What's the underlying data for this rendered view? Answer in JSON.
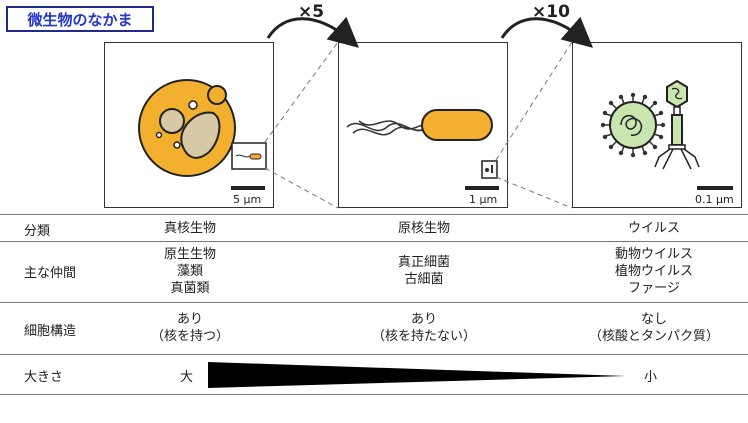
{
  "title": "微生物のなかま",
  "zoom": {
    "first": "×5",
    "second": "×10"
  },
  "panels": {
    "eukaryote_scale": "5 μm",
    "prokaryote_scale": "1 μm",
    "virus_scale": "0.1 μm"
  },
  "table": {
    "header": {
      "label": "分類",
      "col1": "真核生物",
      "col2": "原核生物",
      "col3": "ウイルス"
    },
    "members": {
      "label": "主な仲間",
      "col1": [
        "原生生物",
        "藻類",
        "真菌類"
      ],
      "col2": [
        "真正細菌",
        "古細菌"
      ],
      "col3": [
        "動物ウイルス",
        "植物ウイルス",
        "ファージ"
      ]
    },
    "structure": {
      "label": "細胞構造",
      "col1": [
        "あり",
        "（核を持つ）"
      ],
      "col2": [
        "あり",
        "（核を持たない）"
      ],
      "col3": [
        "なし",
        "（核酸とタンパク質）"
      ]
    },
    "size": {
      "label": "大きさ",
      "large": "大",
      "small": "小"
    }
  },
  "colors": {
    "cell_fill": "#f2b02e",
    "inner_fill": "#d8c9a6",
    "title_text": "#2435c8",
    "title_border": "#1f2a8a",
    "virus_green": "#c9e6b0"
  }
}
